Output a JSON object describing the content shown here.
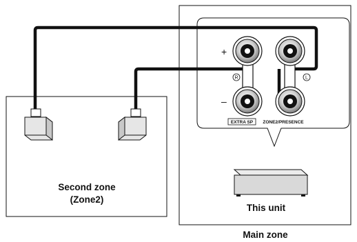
{
  "zones": {
    "second_zone_line1": "Second zone",
    "second_zone_line2": "(Zone2)",
    "main_zone": "Main zone"
  },
  "unit": {
    "label": "This unit"
  },
  "panel": {
    "plus": "+",
    "minus": "–",
    "right_channel": "R",
    "left_channel": "L",
    "extra_sp": "EXTRA SP",
    "zone2_presence": "ZONE2/PRESENCE"
  },
  "colors": {
    "line": "#111111",
    "speaker_fill": "#e6e6e6",
    "speaker_side": "#c8c8c8",
    "unit_front": "#d9d9d9",
    "unit_top": "#ececec"
  }
}
